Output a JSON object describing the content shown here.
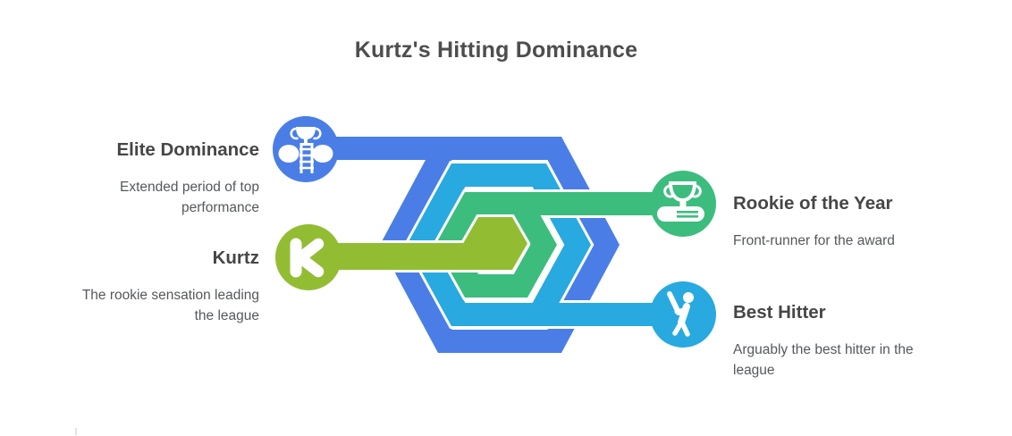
{
  "title": "Kurtz's Hitting Dominance",
  "items": [
    {
      "label": "Elite Dominance",
      "description": "Extended period of top performance",
      "icon": "trophy-ladder-icon",
      "color": "#4a7ee6",
      "side": "left"
    },
    {
      "label": "Kurtz",
      "description": "The rookie sensation leading the league",
      "icon": "letter-k-icon",
      "color": "#92bd33",
      "side": "left"
    },
    {
      "label": "Rookie of the Year",
      "description": "Front-runner for the award",
      "icon": "trophy-books-icon",
      "color": "#3cbd7e",
      "side": "right"
    },
    {
      "label": "Best Hitter",
      "description": "Arguably the best hitter in the league",
      "icon": "baseball-batter-icon",
      "color": "#28a9e0",
      "side": "right"
    }
  ],
  "diagram": {
    "type": "nested-hexagons",
    "hexagon_colors": {
      "outer": "#4a7ee6",
      "middle": "#28a9e0",
      "inner": "#3cbd7e",
      "center": "#92bd33"
    },
    "outline_color": "#ffffff"
  },
  "text_colors": {
    "title": "#4d4d4d",
    "label": "#464646",
    "description": "#55585c"
  }
}
